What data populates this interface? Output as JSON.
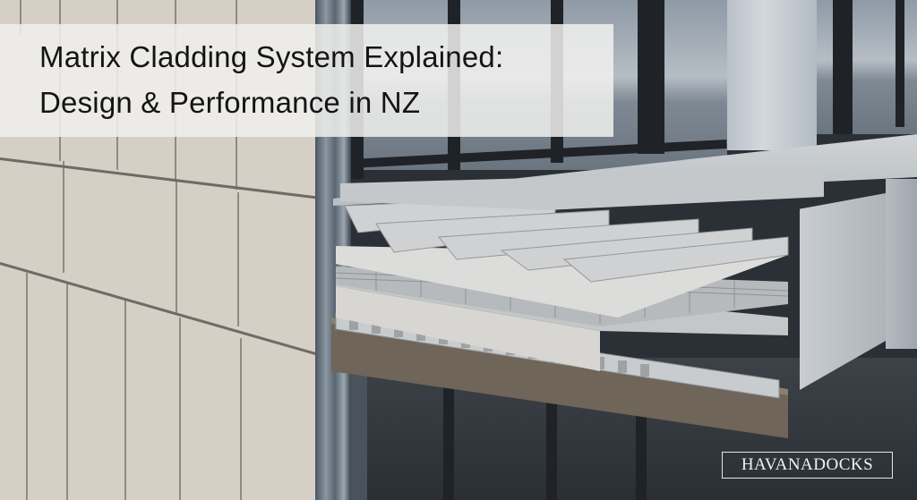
{
  "hero": {
    "title_line_1": "Matrix Cladding System Explained:",
    "title_line_2": "Design & Performance in NZ",
    "image_description": "3D cutaway render of a building facade showing layered cladding assembly: beige rainscreen panels, extruded aluminium profiles, cement board, fibre mesh, corrugated steel deck and steel support beam"
  },
  "brand": {
    "logo_text": "HAVANADOCKS"
  },
  "colors": {
    "banner_bg": "#f0f0ee",
    "title_text": "#141414",
    "wall_panel": "#d5cfc6",
    "glass": "#8e9aa6",
    "frame": "#1f2327",
    "steel_beam": "#6f6558",
    "logo_text": "#f2f2f2"
  }
}
